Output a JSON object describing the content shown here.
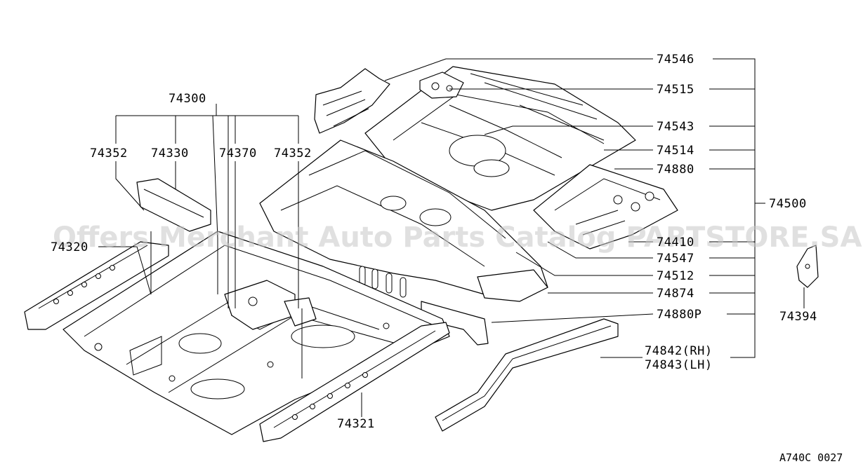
{
  "labels": {
    "l74546": "74546",
    "l74515": "74515",
    "l74543": "74543",
    "l74514": "74514",
    "l74880": "74880",
    "l74500": "74500",
    "l74410": "74410",
    "l74547": "74547",
    "l74512": "74512",
    "l74874": "74874",
    "l74880P": "74880P",
    "l74394": "74394",
    "l74842": "74842(RH)",
    "l74843": "74843(LH)",
    "l74321": "74321",
    "l74320": "74320",
    "l74300": "74300",
    "l74352a": "74352",
    "l74330": "74330",
    "l74370": "74370",
    "l74352b": "74352"
  },
  "watermark": "Offers Merchant Auto Parts Catalog PARTSTORE.SA",
  "reference_code": "A740C 0027"
}
